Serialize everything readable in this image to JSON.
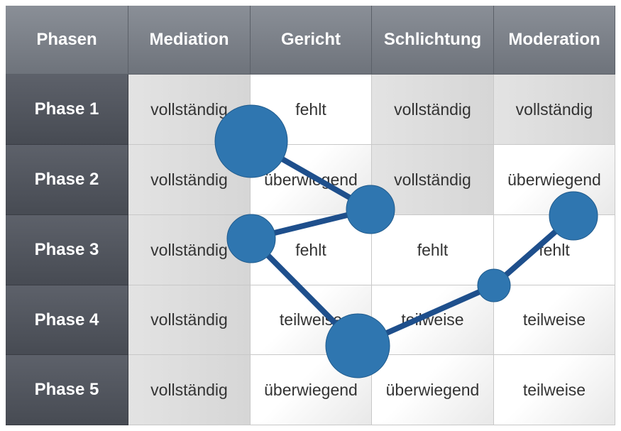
{
  "table": {
    "corner": "Phasen",
    "columns": [
      "Mediation",
      "Gericht",
      "Schlichtung",
      "Moderation"
    ],
    "rows": [
      {
        "label": "Phase 1",
        "cells": [
          "vollständig",
          "fehlt",
          "vollständig",
          "vollständig"
        ]
      },
      {
        "label": "Phase 2",
        "cells": [
          "vollständig",
          "überwiegend",
          "vollständig",
          "überwiegend"
        ]
      },
      {
        "label": "Phase 3",
        "cells": [
          "vollständig",
          "fehlt",
          "fehlt",
          "fehlt"
        ]
      },
      {
        "label": "Phase 4",
        "cells": [
          "vollständig",
          "teilweise",
          "teilweise",
          "teilweise"
        ]
      },
      {
        "label": "Phase 5",
        "cells": [
          "vollständig",
          "überwiegend",
          "überwiegend",
          "teilweise"
        ]
      }
    ]
  },
  "colors": {
    "node_fill": "#2f76b0",
    "connector": "#1e4f8c",
    "header_bg": "#7b8089",
    "row_header_bg": "#51555e"
  }
}
